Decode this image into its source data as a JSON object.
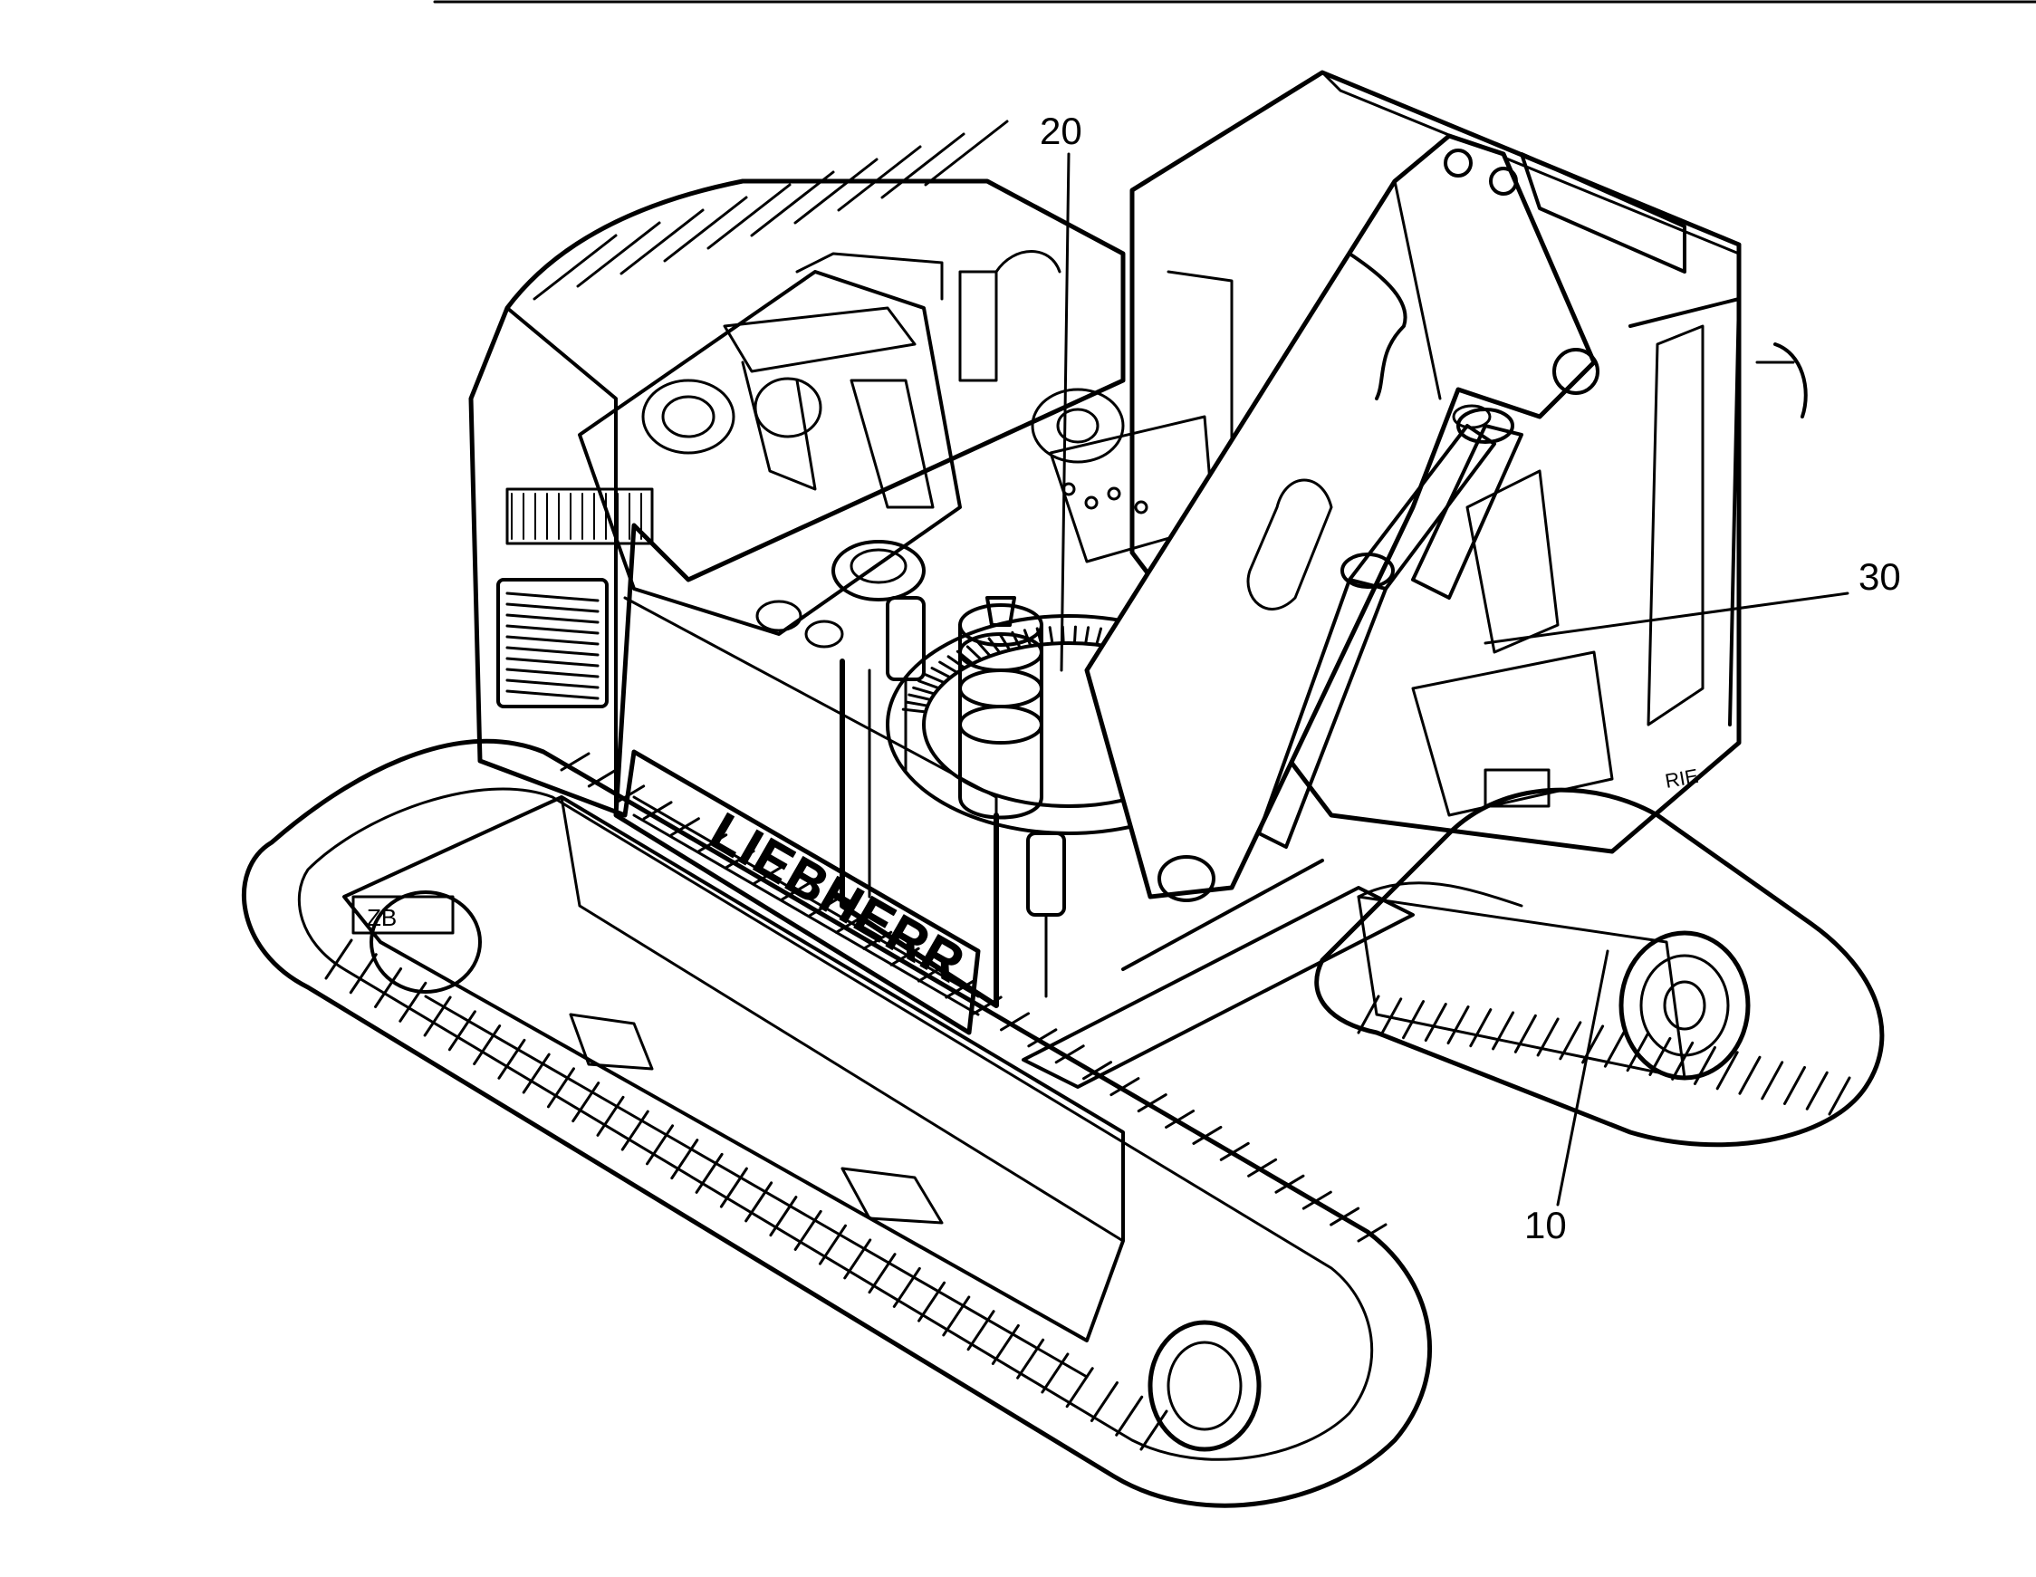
{
  "brand_text": "LIEBHERR",
  "callouts": [
    {
      "id": "20",
      "label": "20"
    },
    {
      "id": "30",
      "label": "30"
    },
    {
      "id": "10",
      "label": "10"
    }
  ],
  "colors": {
    "ink": "#000000",
    "paper": "#ffffff"
  }
}
